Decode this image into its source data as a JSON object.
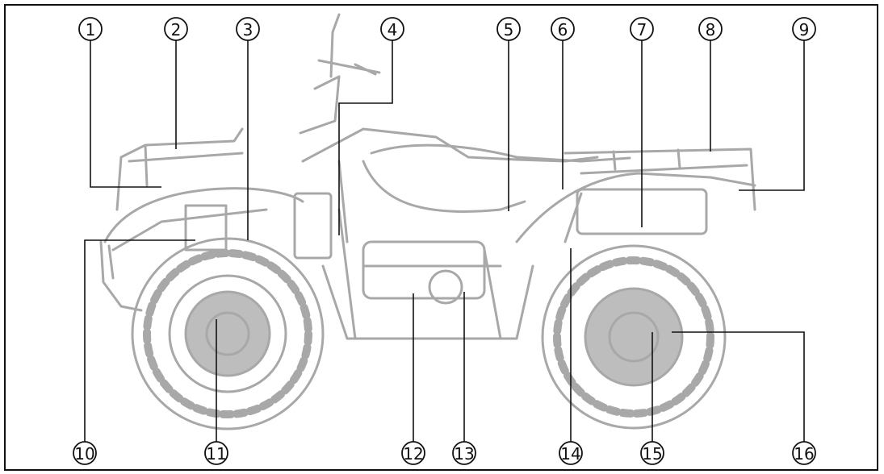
{
  "diagram": {
    "subject": "atv-side-view",
    "callouts": [
      {
        "number": "1"
      },
      {
        "number": "2"
      },
      {
        "number": "3"
      },
      {
        "number": "4"
      },
      {
        "number": "5"
      },
      {
        "number": "6"
      },
      {
        "number": "7"
      },
      {
        "number": "8"
      },
      {
        "number": "9"
      },
      {
        "number": "10"
      },
      {
        "number": "11"
      },
      {
        "number": "12"
      },
      {
        "number": "13"
      },
      {
        "number": "14"
      },
      {
        "number": "15"
      },
      {
        "number": "16"
      }
    ]
  },
  "colors": {
    "line": "#111111",
    "vehicle": "#a8a8a8",
    "vehicle_fill": "#bdbdbd"
  }
}
